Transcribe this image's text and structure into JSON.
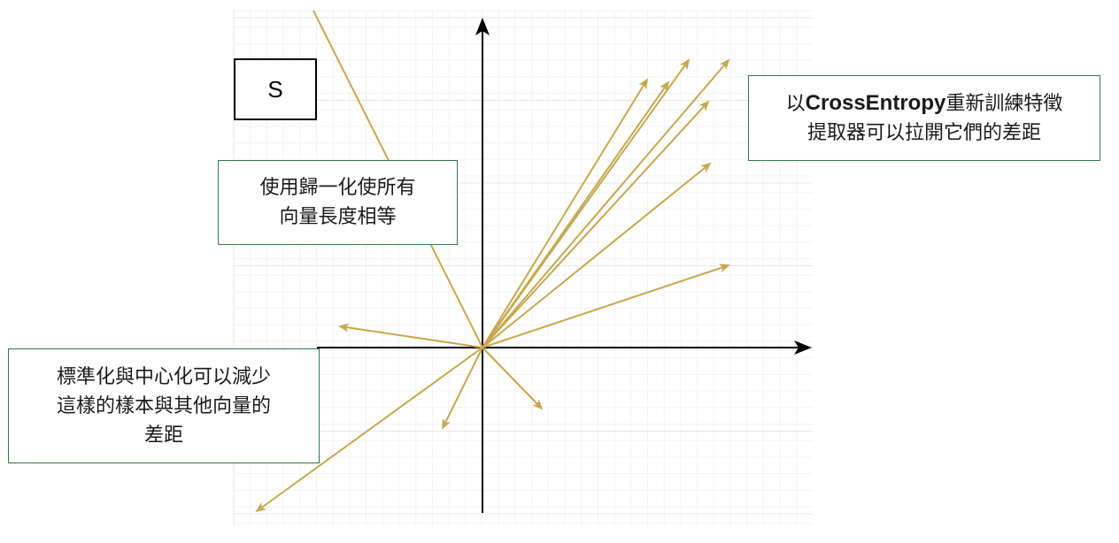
{
  "colors": {
    "vector": "#c9a84a",
    "axis": "#000000",
    "grid": "#e6e6e6",
    "note_border": "#2f7a4d"
  },
  "labels": {
    "s_box": "S",
    "normalize_note": [
      "使用歸一化使所有",
      "向量長度相等"
    ],
    "center_note": [
      "標準化與中心化可以減少",
      "這樣的樣本與其他向量的",
      "差距"
    ],
    "crossentropy_note": {
      "prefix": "以",
      "bold": "CrossEntropy",
      "suffix": "重新訓練特徵",
      "line2": "提取器可以拉開它們的差距"
    }
  }
}
